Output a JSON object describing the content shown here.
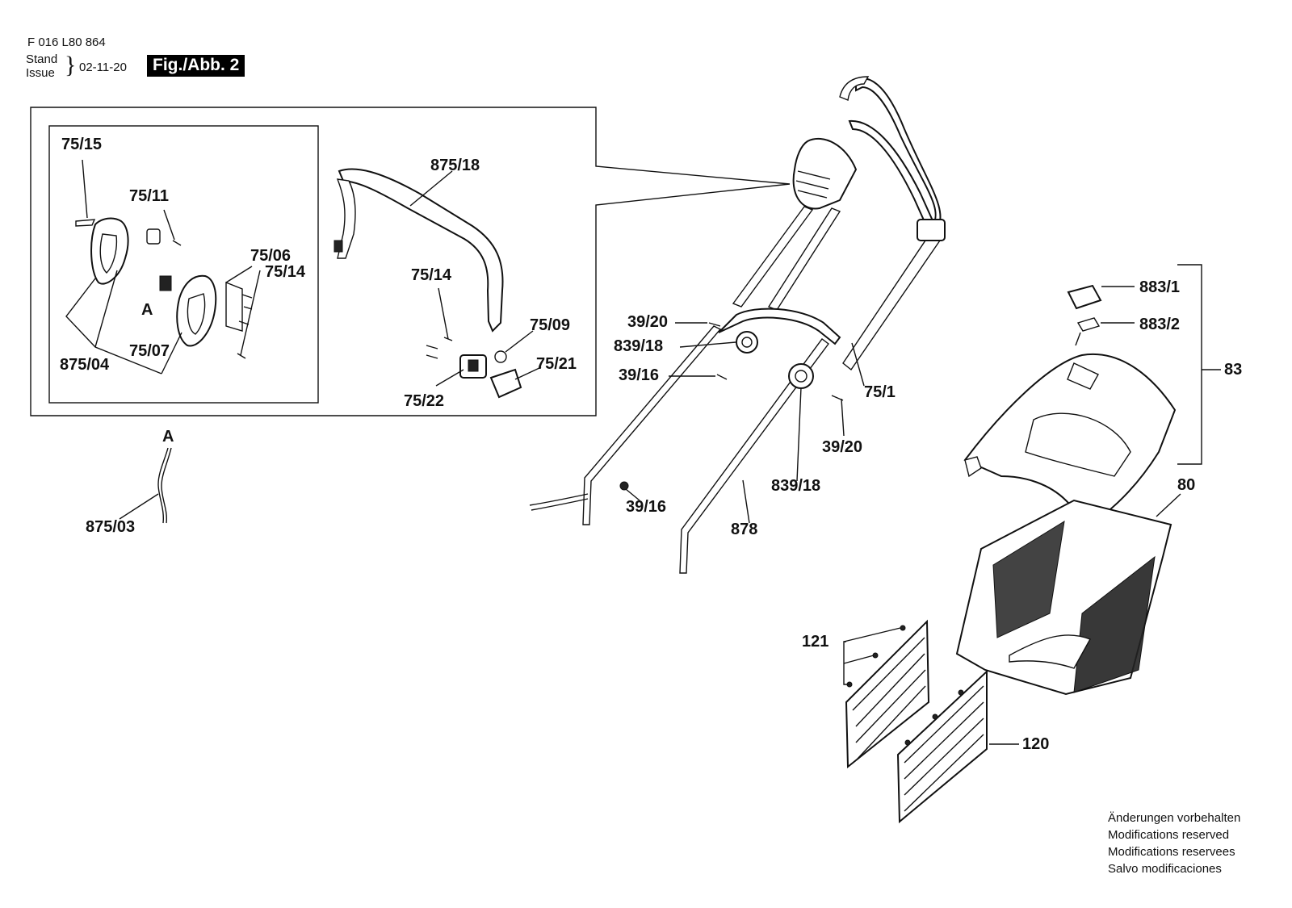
{
  "header": {
    "doc_number": "F 016 L80 864",
    "stand_label": "Stand",
    "issue_label": "Issue",
    "date": "02-11-20",
    "figure": "Fig./Abb. 2"
  },
  "inset_labels": {
    "p75_15": "75/15",
    "p75_11": "75/11",
    "p75_06": "75/06",
    "p75_14_a": "75/14",
    "pA_inset": "A",
    "p75_07": "75/07",
    "p875_04": "875/04",
    "p875_18": "875/18",
    "p75_14_b": "75/14",
    "p75_09": "75/09",
    "p75_21": "75/21",
    "p75_22": "75/22"
  },
  "main_labels": {
    "pA": "A",
    "p875_03": "875/03",
    "p39_20_a": "39/20",
    "p839_18_a": "839/18",
    "p39_16_a": "39/16",
    "p39_16_b": "39/16",
    "p39_20_b": "39/20",
    "p839_18_b": "839/18",
    "p878": "878",
    "p75_1": "75/1",
    "p883_1": "883/1",
    "p883_2": "883/2",
    "p83": "83",
    "p80": "80",
    "p121": "121",
    "p120": "120"
  },
  "notes": [
    "Änderungen vorbehalten",
    "Modifications reserved",
    "Modifications reservees",
    "Salvo modificaciones"
  ]
}
